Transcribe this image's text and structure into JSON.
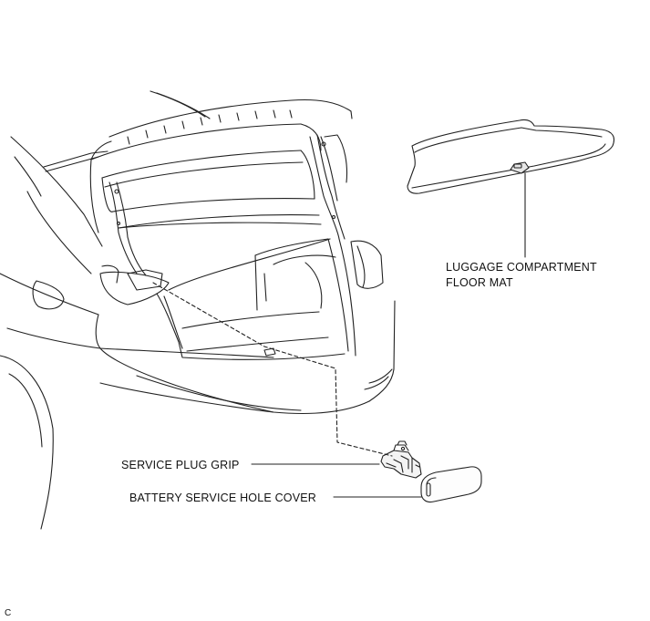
{
  "labels": {
    "floor_mat_line1": "LUGGAGE COMPARTMENT",
    "floor_mat_line2": "FLOOR MAT",
    "service_plug_grip": "SERVICE PLUG GRIP",
    "battery_service_hole_cover": "BATTERY SERVICE HOLE COVER",
    "figure_code": "C"
  }
}
